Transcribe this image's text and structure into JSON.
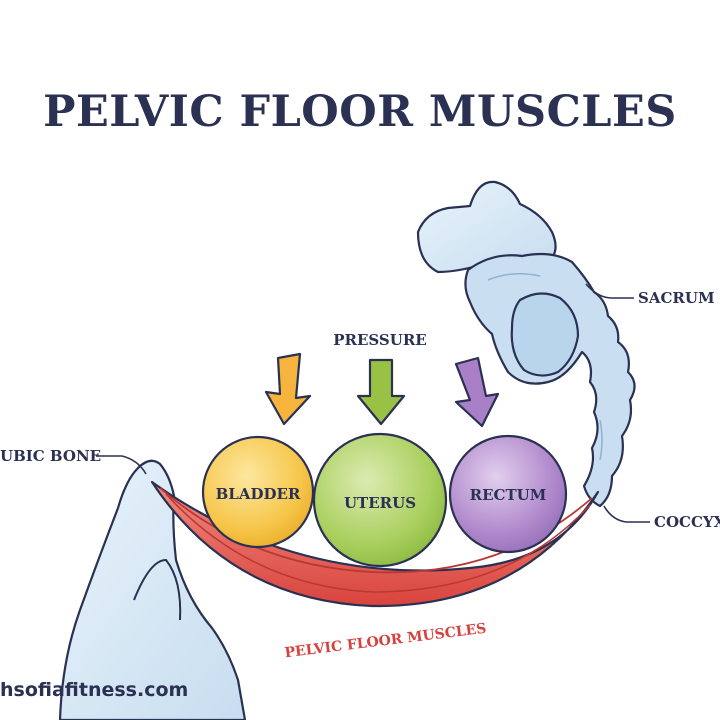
{
  "title": "PELVIC FLOOR MUSCLES",
  "pressure_label": "PRESSURE",
  "organs": {
    "bladder": "BLADDER",
    "uterus": "UTERUS",
    "rectum": "RECTUM"
  },
  "labels": {
    "pubic_bone": "UBIC BONE",
    "sacrum": "SACRUM",
    "coccyx": "COCCYX",
    "pelvic_floor_muscles": "PELVIC FLOOR MUSCLES"
  },
  "watermark": "hsofiafitness.com",
  "colors": {
    "title": "#2a3153",
    "bladder": "#f6c64a",
    "uterus": "#a9cf5d",
    "rectum": "#b089cc",
    "arrow_left": "#f6b43c",
    "arrow_middle": "#99c245",
    "arrow_right": "#a97fc7",
    "muscle": "#e35d55",
    "bone": "#d7e9f6"
  }
}
